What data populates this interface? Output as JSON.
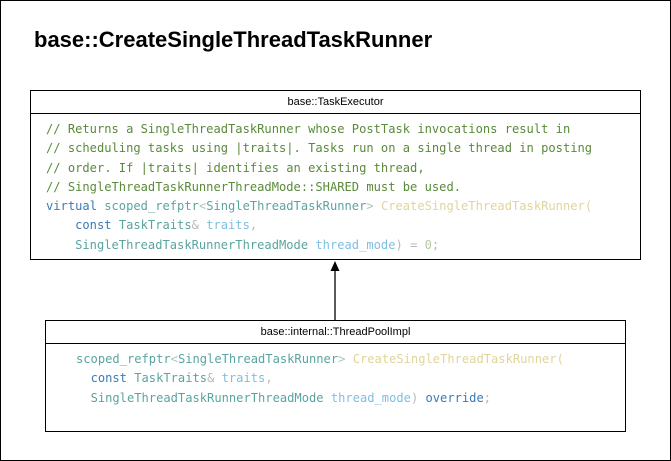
{
  "title": "base::CreateSingleThreadTaskRunner",
  "executor": {
    "header": "base::TaskExecutor",
    "comments": [
      "// Returns a SingleThreadTaskRunner whose PostTask invocations result in",
      "// scheduling tasks using |traits|. Tasks run on a single thread in posting",
      "// order. If |traits| identifies an existing thread,",
      "// SingleThreadTaskRunnerThreadMode::SHARED must be used."
    ],
    "virtual_kw": "virtual",
    "ret_type": "scoped_refptr",
    "lt": "<",
    "ret_arg": "SingleThreadTaskRunner",
    "gt": ">",
    "fn_name": "CreateSingleThreadTaskRunner",
    "open_paren": "(",
    "const_kw": "const",
    "traits_type": "TaskTraits",
    "amp": "&",
    "traits_param": "traits",
    "comma": ",",
    "mode_type": "SingleThreadTaskRunnerThreadMode",
    "mode_param": "thread_mode",
    "close_paren": ")",
    "eq": "=",
    "zero": "0",
    "semi": ";"
  },
  "impl": {
    "header": "base::internal::ThreadPoolImpl",
    "ret_type": "scoped_refptr",
    "lt": "<",
    "ret_arg": "SingleThreadTaskRunner",
    "gt": ">",
    "fn_name": "CreateSingleThreadTaskRunner",
    "open_paren": "(",
    "const_kw": "const",
    "traits_type": "TaskTraits",
    "amp": "&",
    "traits_param": "traits",
    "comma": ",",
    "mode_type": "SingleThreadTaskRunnerThreadMode",
    "mode_param": "thread_mode",
    "close_paren": ")",
    "override_kw": "override",
    "semi": ";"
  },
  "colors": {
    "comment": "#5a8a3a",
    "keyword": "#3a7ab8",
    "type": "#5aa4a0",
    "function": "#e0d59a",
    "param": "#7fbfe0"
  }
}
